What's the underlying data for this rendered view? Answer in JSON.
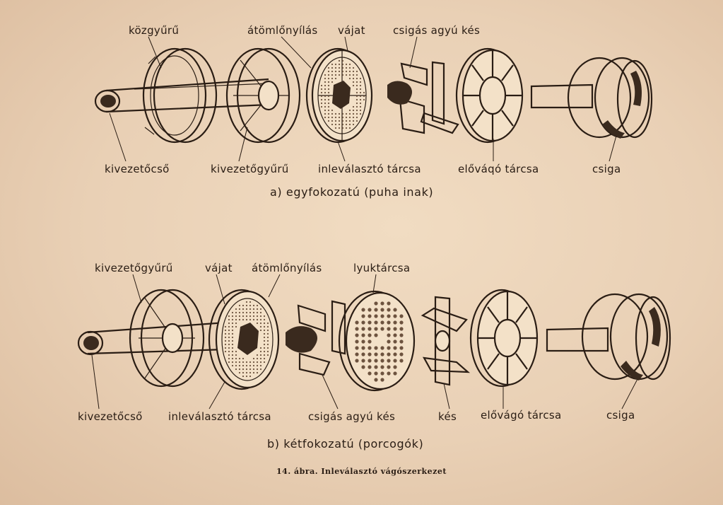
{
  "diagram": {
    "panel_a": {
      "labels": {
        "kozgyuru": "közgyűrű",
        "atomlonyilas": "átömlőnyílás",
        "vajat": "vájat",
        "csigas_agyu_kes": "csigás agyú kés",
        "kivezetocso": "kivezetőcső",
        "kivezetogyuru": "kivezetőgyűrű",
        "inlevalaszto_tarcsa": "inleválasztó tárcsa",
        "elovago_tarcsa": "előváqó tárcsa",
        "csiga": "csiga"
      },
      "subtitle": "a)  egyfokozatú  (puha inak)"
    },
    "panel_b": {
      "labels": {
        "kivezetogyuru": "kivezetőgyűrű",
        "vajat": "vájat",
        "atomlonyilas": "átömlőnyílás",
        "lyuktarcsa": "lyuktárcsa",
        "kivezetocso": "kivezetőcső",
        "inlevalaszto_tarcsa": "inleválasztó tárcsa",
        "csigas_agyu_kes": "csigás agyú kés",
        "kes": "kés",
        "elovago_tarcsa": "elővágó tárcsa",
        "csiga": "csiga"
      },
      "subtitle": "b)  kétfokozatú  (porcogók)"
    },
    "caption": "14. ábra. Inleválasztó vágószerkezet"
  }
}
